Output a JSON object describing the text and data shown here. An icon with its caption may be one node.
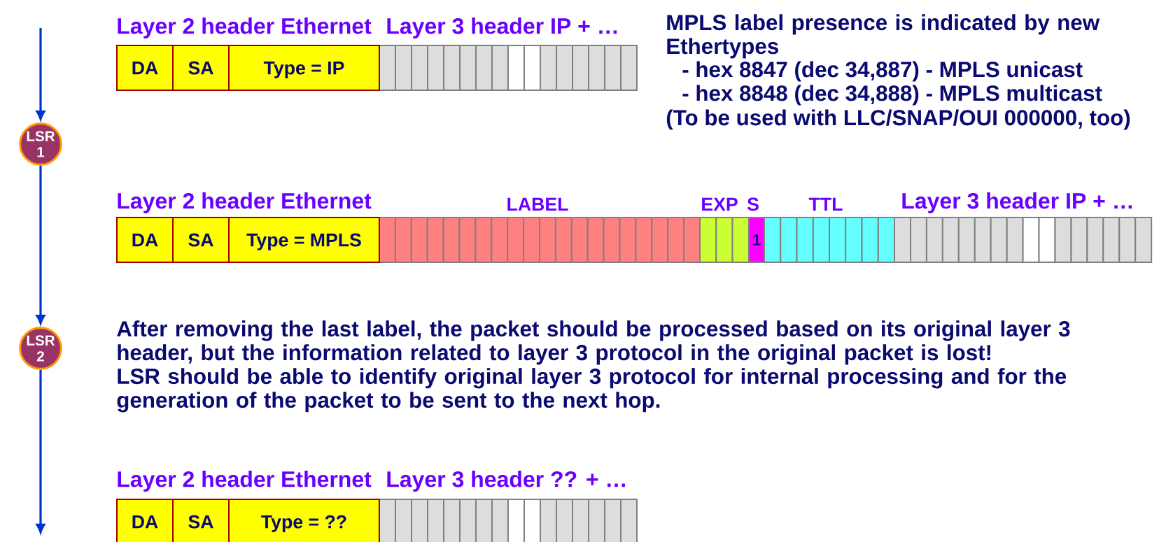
{
  "diagram": {
    "nodes": [
      {
        "text": [
          "DA"
        ]
      },
      {
        "text": [
          "SA"
        ]
      },
      {
        "text": [
          "Type = IP"
        ]
      },
      {
        "text": [
          "LSR 1"
        ]
      },
      {
        "text": [
          "DA"
        ]
      },
      {
        "text": [
          "SA"
        ]
      },
      {
        "text": [
          "Type = MPLS"
        ]
      },
      {
        "text": [
          "1"
        ]
      },
      {
        "text": [
          "LSR 2"
        ]
      },
      {
        "text": [
          "DA"
        ]
      },
      {
        "text": [
          "SA"
        ]
      },
      {
        "text": [
          "Type = ??"
        ]
      }
    ],
    "edges": [
      {
        "from": null,
        "to": 3,
        "arrow": "to"
      },
      {
        "from": 3,
        "to": 8,
        "arrow": "to"
      },
      {
        "from": 8,
        "to": null,
        "arrow": "to"
      }
    ],
    "labels": [
      "Layer 2 header Ethernet",
      "Layer 3 header IP + …",
      "MPLS label presence is indicated by new Ethertypes",
      "- hex 8847 (dec 34,887) - MPLS unicast",
      "- hex 8848 (dec 34,888) - MPLS multicast",
      "(To be used with LLC/SNAP/OUI 000000, too)",
      "Layer 2 header Ethernet",
      "LABEL",
      "EXP",
      "S",
      "TTL",
      "Layer 3 header IP + …",
      "After removing the last label, the packet should be processed based on its original layer 3 header, but the information related to layer 3 protocol in the original packet is lost!",
      "LSR should be able to identify original layer 3 protocol for internal processing and for the generation of the packet to be sent to the next hop.",
      "Layer 2 header Ethernet",
      "Layer 3 header ?? + …"
    ]
  }
}
